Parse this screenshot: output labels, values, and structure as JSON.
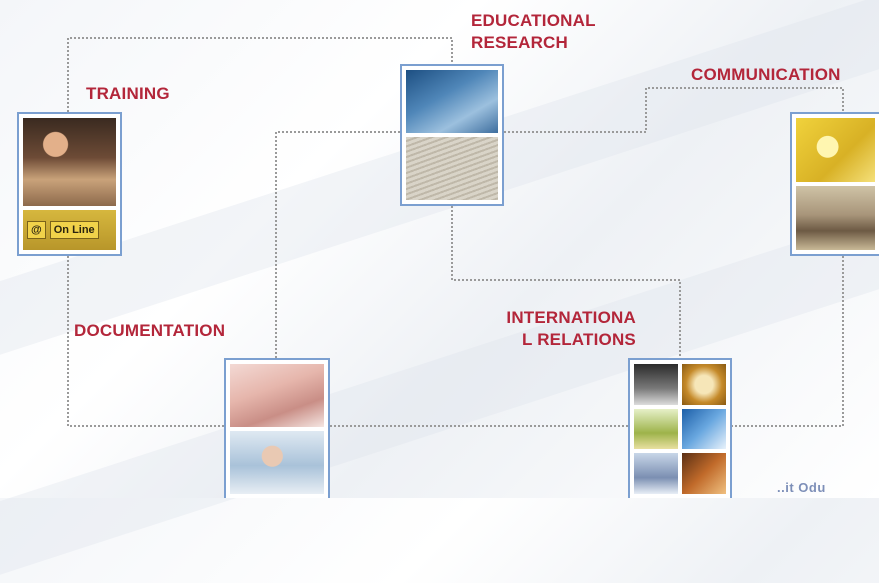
{
  "labels": {
    "educational_line1": "EDUCATIONAL",
    "educational_line2": "RESEARCH",
    "training": "TRAINING",
    "communication": "COMMUNICATION",
    "documentation": "DOCUMENTATION",
    "international_line1": "INTERNATIONA",
    "international_line2": "L RELATIONS"
  },
  "training_card": {
    "key_at": "@",
    "key_online": "On Line"
  },
  "watermark": "..it Odu"
}
